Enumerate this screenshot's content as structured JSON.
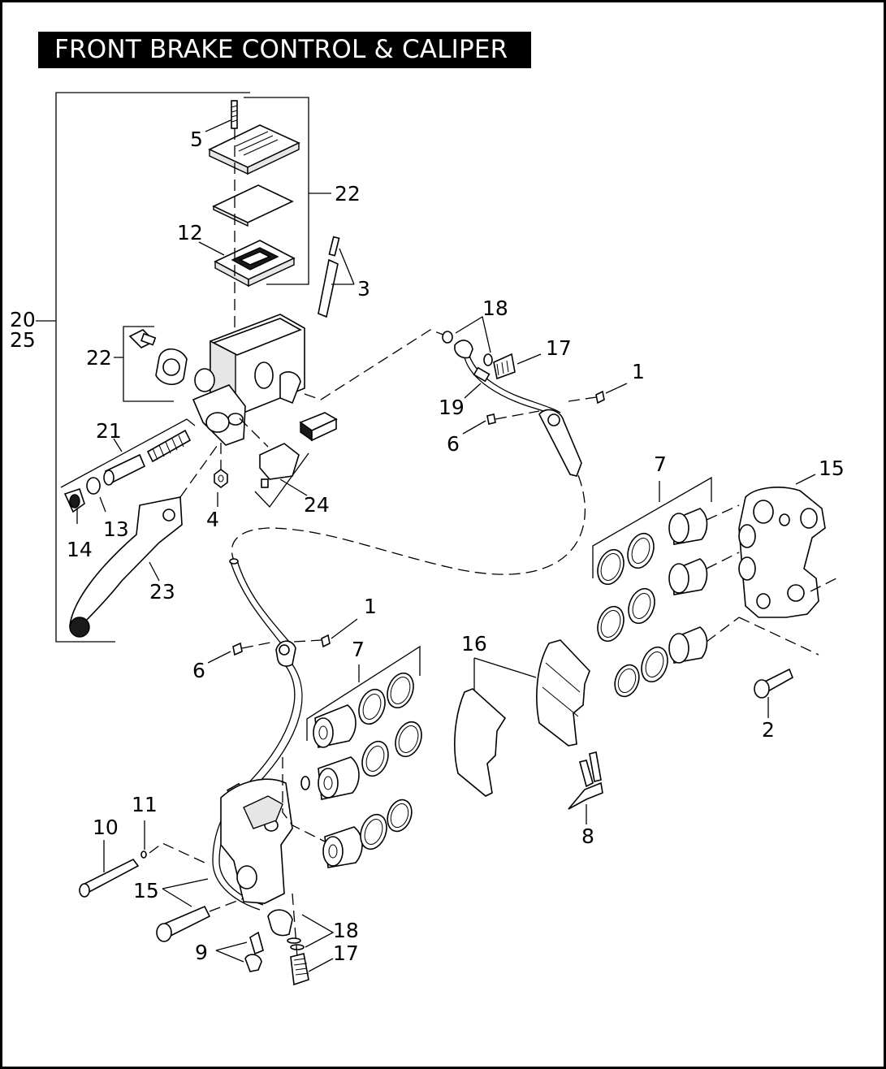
{
  "title": "FRONT BRAKE CONTROL & CALIPER",
  "callouts": {
    "c1a": "1",
    "c1b": "1",
    "c2": "2",
    "c3": "3",
    "c4": "4",
    "c5": "5",
    "c6a": "6",
    "c6b": "6",
    "c7a": "7",
    "c7b": "7",
    "c8": "8",
    "c9": "9",
    "c10": "10",
    "c11": "11",
    "c12": "12",
    "c13": "13",
    "c14": "14",
    "c15a": "15",
    "c15b": "15",
    "c16": "16",
    "c17a": "17",
    "c17b": "17",
    "c18a": "18",
    "c18b": "18",
    "c19": "19",
    "c20": "20",
    "c25": "25",
    "c21": "21",
    "c22a": "22",
    "c22b": "22",
    "c23": "23",
    "c24": "24"
  }
}
